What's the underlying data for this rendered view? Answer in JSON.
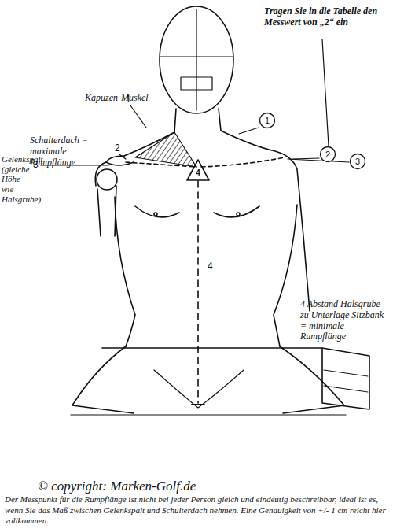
{
  "diagram": {
    "caption": "Der Messpunkt für die Rumpflänge ist nicht bei jeder Person gleich und eindeutig beschreibbar, ideal ist es, wenn Sie das Maß zwischen Gelenkspalt und Schulterdach nehmen. Eine Genauigkeit von +/- 1 cm reicht hier vollkommen.",
    "nodes": [
      {
        "text": [
          "1"
        ]
      },
      {
        "text": [
          "2"
        ]
      },
      {
        "text": [
          "3"
        ]
      }
    ],
    "labels": [
      "Tragen Sie in die Tabelle den Messwert von „2“ ein",
      "Kapuzen-Muskel",
      "1",
      "Schulterdach = maximale Rumpflänge",
      "2",
      "Gelenkspalt (gleiche Höhe wie Halsgrube)",
      "3",
      "4",
      "4",
      "4 Abstand Halsgrube zu Unterlage Sitzbank = minimale Rumpflänge",
      "© copyright: Marken-Golf.de"
    ]
  }
}
